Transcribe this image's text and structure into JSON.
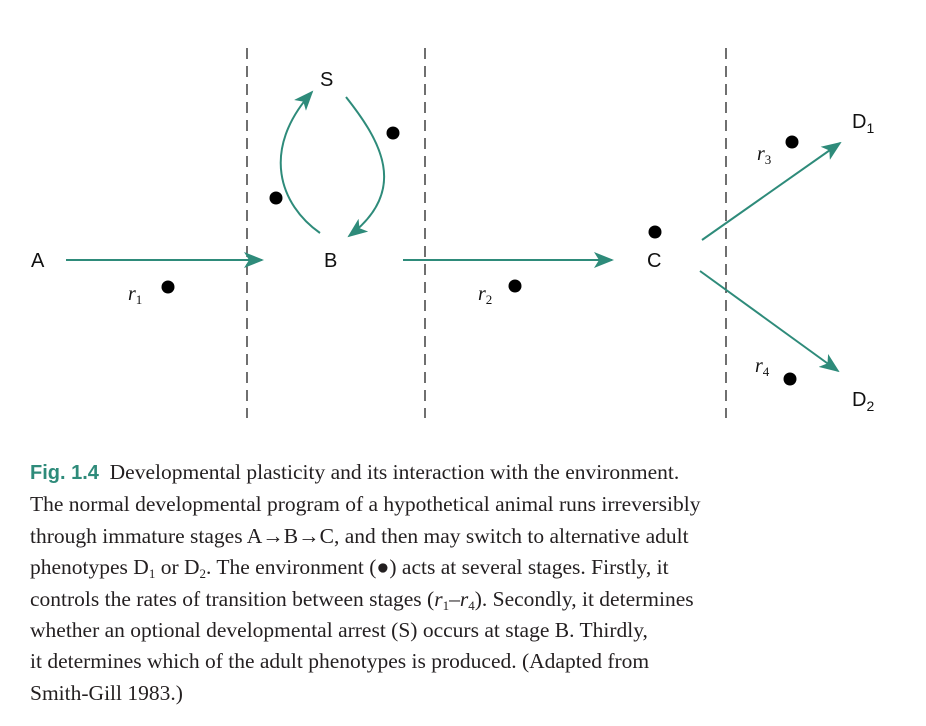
{
  "diagram": {
    "nodes": {
      "A": "A",
      "B": "B",
      "S": "S",
      "C": "C",
      "D1": {
        "base": "D",
        "sub": "1"
      },
      "D2": {
        "base": "D",
        "sub": "2"
      }
    },
    "rates": {
      "r1": {
        "base": "r",
        "sub": "1"
      },
      "r2": {
        "base": "r",
        "sub": "2"
      },
      "r3": {
        "base": "r",
        "sub": "3"
      },
      "r4": {
        "base": "r",
        "sub": "4"
      }
    },
    "arrow_color": "#2e8b7a"
  },
  "caption": {
    "fig_label": "Fig. 1.4",
    "line1": "Developmental plasticity and its interaction with the environment.",
    "line2": "The normal developmental program of a hypothetical animal runs irreversibly",
    "line3": "through immature stages A→B→C, and then may switch to alternative adult",
    "line4a": "phenotypes D",
    "line4_sub1": "1",
    "line4b": " or D",
    "line4_sub2": "2",
    "line4c": ". The environment (●) acts at several stages. Firstly, it",
    "line5a": "controls the rates of transition between stages (",
    "line5_r": "r",
    "line5_sub1": "1",
    "line5_dash": "–",
    "line5_sub2": "4",
    "line5c": "). Secondly, it determines",
    "line6": "whether an optional developmental arrest (S) occurs at stage B. Thirdly,",
    "line7": "it determines which of the adult phenotypes is produced. (Adapted from",
    "line8": "Smith-Gill 1983.)"
  }
}
